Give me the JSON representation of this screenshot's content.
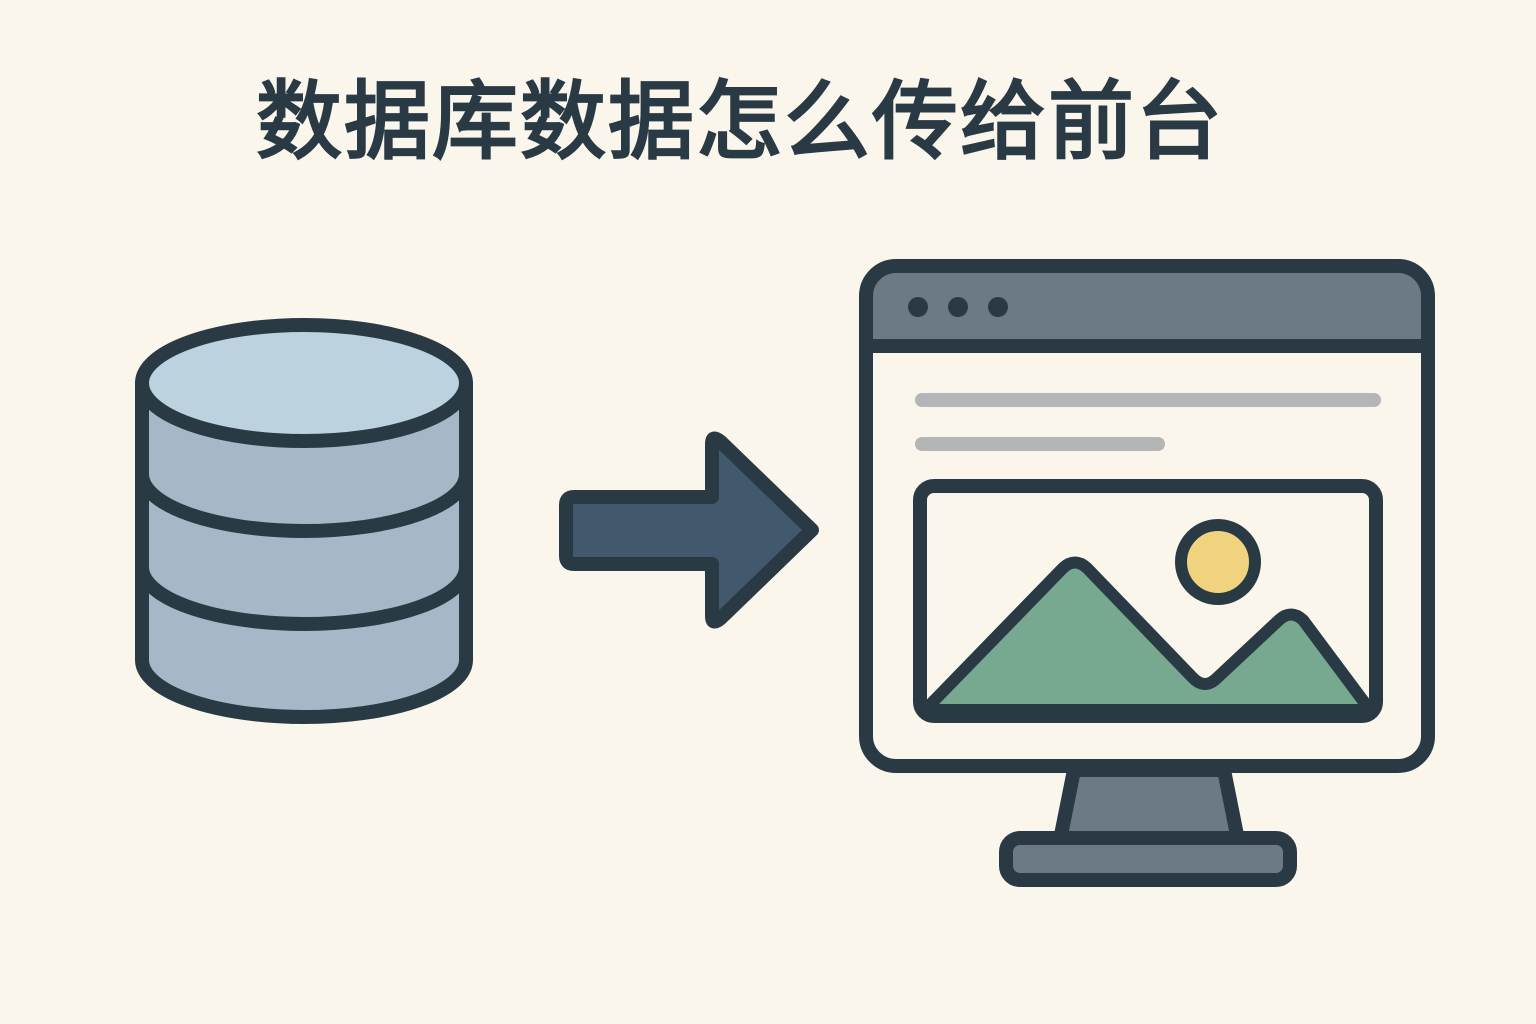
{
  "title": "数据库数据怎么传给前台",
  "colors": {
    "background": "#FAF6EC",
    "outline": "#2A3A45",
    "title_text": "#2A3A45",
    "db_top": "#BCD2DE",
    "db_body": "#A6B8C7",
    "arrow": "#42596D",
    "browser_titlebar": "#6C7A86",
    "browser_window": "#FAF6EC",
    "text_placeholder": "#B3B5B7",
    "mountain": "#76A990",
    "sun": "#F1D27E",
    "monitor_stand": "#6C7A86"
  },
  "icons": {
    "database": "database-icon",
    "arrow": "arrow-right-icon",
    "monitor": "monitor-icon",
    "image": "image-icon"
  },
  "browser": {
    "window_dots": 3,
    "text_lines": 2
  }
}
